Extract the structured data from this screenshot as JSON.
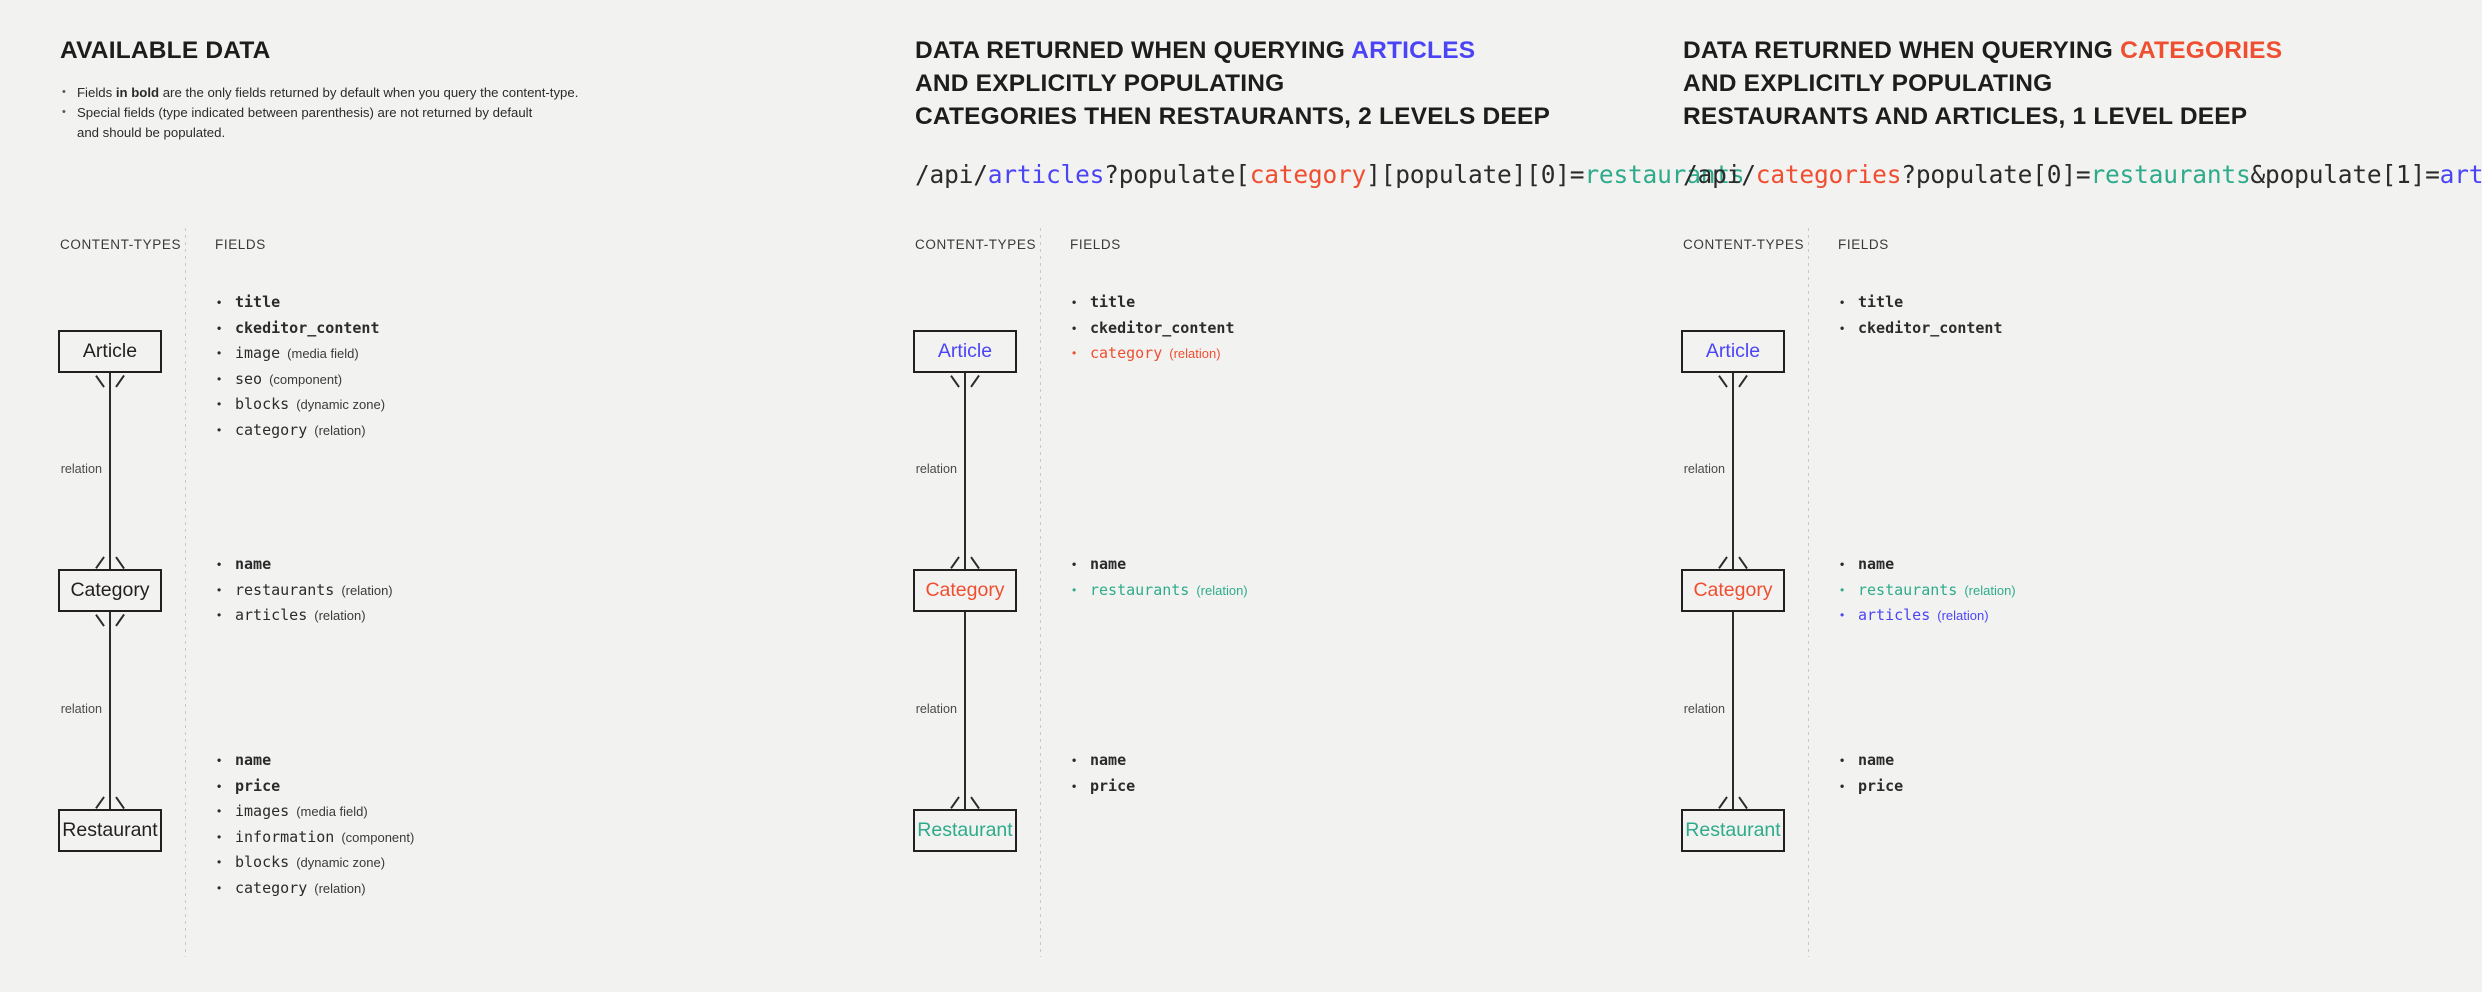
{
  "colors": {
    "background": "#f2f2f1",
    "text": "#231f20",
    "articles": "#4b44f5",
    "categories": "#f04e31",
    "restaurants": "#2eab8b"
  },
  "column_headers": {
    "content_types": "CONTENT-TYPES",
    "fields": "FIELDS"
  },
  "relation_label": "relation",
  "panels": [
    {
      "id": "available-data",
      "title_lines": [
        [
          {
            "text": "AVAILABLE DATA",
            "color": "default"
          }
        ]
      ],
      "notes": [
        {
          "pre": "Fields ",
          "strong": "in bold",
          "post": " are the only fields returned by default when you query the content-type.",
          "cont": ""
        },
        {
          "pre": "Special fields (type indicated between parenthesis) are not returned by default",
          "strong": "",
          "post": "",
          "cont": "and should be populated."
        }
      ],
      "url": null,
      "nodes": [
        {
          "label": "Article",
          "color": "default"
        },
        {
          "label": "Category",
          "color": "default"
        },
        {
          "label": "Restaurant",
          "color": "default"
        }
      ],
      "arrows": [
        {
          "from": "Article",
          "to": "Category",
          "double": true,
          "label": "relation"
        },
        {
          "from": "Category",
          "to": "Restaurant",
          "double": true,
          "label": "relation"
        }
      ],
      "field_groups": [
        {
          "for": "Article",
          "fields": [
            {
              "name": "title",
              "kind": "",
              "bold": true,
              "color": "default"
            },
            {
              "name": "ckeditor_content",
              "kind": "",
              "bold": true,
              "color": "default"
            },
            {
              "name": "image",
              "kind": "(media field)",
              "bold": false,
              "color": "default"
            },
            {
              "name": "seo",
              "kind": "(component)",
              "bold": false,
              "color": "default"
            },
            {
              "name": "blocks",
              "kind": "(dynamic zone)",
              "bold": false,
              "color": "default"
            },
            {
              "name": "category",
              "kind": "(relation)",
              "bold": false,
              "color": "default"
            }
          ]
        },
        {
          "for": "Category",
          "fields": [
            {
              "name": "name",
              "kind": "",
              "bold": true,
              "color": "default"
            },
            {
              "name": "restaurants",
              "kind": "(relation)",
              "bold": false,
              "color": "default"
            },
            {
              "name": "articles",
              "kind": "(relation)",
              "bold": false,
              "color": "default"
            }
          ]
        },
        {
          "for": "Restaurant",
          "fields": [
            {
              "name": "name",
              "kind": "",
              "bold": true,
              "color": "default"
            },
            {
              "name": "price",
              "kind": "",
              "bold": true,
              "color": "default"
            },
            {
              "name": "images",
              "kind": "(media field)",
              "bold": false,
              "color": "default"
            },
            {
              "name": "information",
              "kind": "(component)",
              "bold": false,
              "color": "default"
            },
            {
              "name": "blocks",
              "kind": "(dynamic zone)",
              "bold": false,
              "color": "default"
            },
            {
              "name": "category",
              "kind": "(relation)",
              "bold": false,
              "color": "default"
            }
          ]
        }
      ]
    },
    {
      "id": "querying-articles",
      "title_lines": [
        [
          {
            "text": "DATA RETURNED WHEN QUERYING ",
            "color": "default"
          },
          {
            "text": "ARTICLES",
            "color": "blue"
          }
        ],
        [
          {
            "text": "AND EXPLICITLY POPULATING",
            "color": "default"
          }
        ],
        [
          {
            "text": "CATEGORIES THEN RESTAURANTS, 2 LEVELS DEEP",
            "color": "default"
          }
        ]
      ],
      "notes": [],
      "url": [
        {
          "text": "/api/",
          "color": "default"
        },
        {
          "text": "articles",
          "color": "blue"
        },
        {
          "text": "?populate[",
          "color": "default"
        },
        {
          "text": "category",
          "color": "red"
        },
        {
          "text": "][populate][0]=",
          "color": "default"
        },
        {
          "text": "restaurants",
          "color": "green"
        }
      ],
      "nodes": [
        {
          "label": "Article",
          "color": "blue"
        },
        {
          "label": "Category",
          "color": "red"
        },
        {
          "label": "Restaurant",
          "color": "green"
        }
      ],
      "arrows": [
        {
          "from": "Article",
          "to": "Category",
          "double": true,
          "label": "relation"
        },
        {
          "from": "Category",
          "to": "Restaurant",
          "double": false,
          "label": "relation"
        }
      ],
      "field_groups": [
        {
          "for": "Article",
          "fields": [
            {
              "name": "title",
              "kind": "",
              "bold": true,
              "color": "default"
            },
            {
              "name": "ckeditor_content",
              "kind": "",
              "bold": true,
              "color": "default"
            },
            {
              "name": "category",
              "kind": "(relation)",
              "bold": false,
              "color": "red"
            }
          ]
        },
        {
          "for": "Category",
          "fields": [
            {
              "name": "name",
              "kind": "",
              "bold": true,
              "color": "default"
            },
            {
              "name": "restaurants",
              "kind": "(relation)",
              "bold": false,
              "color": "green"
            }
          ]
        },
        {
          "for": "Restaurant",
          "fields": [
            {
              "name": "name",
              "kind": "",
              "bold": true,
              "color": "default"
            },
            {
              "name": "price",
              "kind": "",
              "bold": true,
              "color": "default"
            }
          ]
        }
      ]
    },
    {
      "id": "querying-categories",
      "title_lines": [
        [
          {
            "text": "DATA RETURNED WHEN QUERYING ",
            "color": "default"
          },
          {
            "text": "CATEGORIES",
            "color": "red"
          }
        ],
        [
          {
            "text": "AND EXPLICITLY POPULATING",
            "color": "default"
          }
        ],
        [
          {
            "text": "RESTAURANTS AND ARTICLES, 1 LEVEL DEEP",
            "color": "default"
          }
        ]
      ],
      "notes": [],
      "url": [
        {
          "text": "/api/",
          "color": "default"
        },
        {
          "text": "categories",
          "color": "red"
        },
        {
          "text": "?populate[0]=",
          "color": "default"
        },
        {
          "text": "restaurants",
          "color": "green"
        },
        {
          "text": "&populate[1]=",
          "color": "default"
        },
        {
          "text": "articles",
          "color": "blue"
        }
      ],
      "nodes": [
        {
          "label": "Article",
          "color": "blue"
        },
        {
          "label": "Category",
          "color": "red"
        },
        {
          "label": "Restaurant",
          "color": "green"
        }
      ],
      "arrows": [
        {
          "from": "Article",
          "to": "Category",
          "double": true,
          "label": "relation"
        },
        {
          "from": "Category",
          "to": "Restaurant",
          "double": false,
          "label": "relation"
        }
      ],
      "field_groups": [
        {
          "for": "Article",
          "fields": [
            {
              "name": "title",
              "kind": "",
              "bold": true,
              "color": "default"
            },
            {
              "name": "ckeditor_content",
              "kind": "",
              "bold": true,
              "color": "default"
            }
          ]
        },
        {
          "for": "Category",
          "fields": [
            {
              "name": "name",
              "kind": "",
              "bold": true,
              "color": "default"
            },
            {
              "name": "restaurants",
              "kind": "(relation)",
              "bold": false,
              "color": "green"
            },
            {
              "name": "articles",
              "kind": "(relation)",
              "bold": false,
              "color": "blue"
            }
          ]
        },
        {
          "for": "Restaurant",
          "fields": [
            {
              "name": "name",
              "kind": "",
              "bold": true,
              "color": "default"
            },
            {
              "name": "price",
              "kind": "",
              "bold": true,
              "color": "default"
            }
          ]
        }
      ]
    }
  ]
}
